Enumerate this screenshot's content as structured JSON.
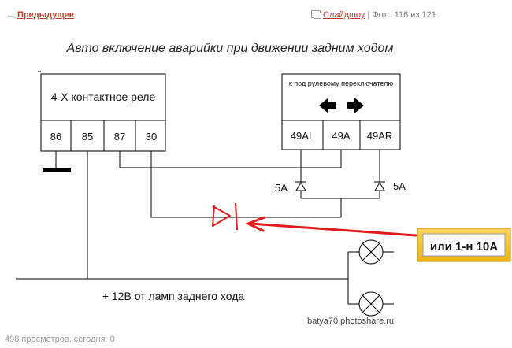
{
  "nav": {
    "prev_arrow": "←",
    "prev_label": "Предыдущее",
    "slideshow_label": "Слайдшоу",
    "separator": "|",
    "photo_counter": "Фото 116 из 121"
  },
  "diagram": {
    "title": "Авто включение аварийки при движении задним ходом",
    "relay_label": "4-Х контактное реле",
    "relay_pins": [
      "86",
      "85",
      "87",
      "30"
    ],
    "switch_label": "к под рулевому переключателю",
    "switch_pins": [
      "49AL",
      "49A",
      "49AR"
    ],
    "fuse_left": "5A",
    "fuse_right": "5A",
    "callout": "или 1-н 10А",
    "supply_label": "+ 12В от ламп заднего хода",
    "watermark": "batya70.photoshare.ru"
  },
  "footer": {
    "views": "498 просмотров, сегодня: 0"
  },
  "colors": {
    "link": "#c0392b",
    "annotation_red": "#e01b1b",
    "callout_bg": "#f5c518"
  }
}
